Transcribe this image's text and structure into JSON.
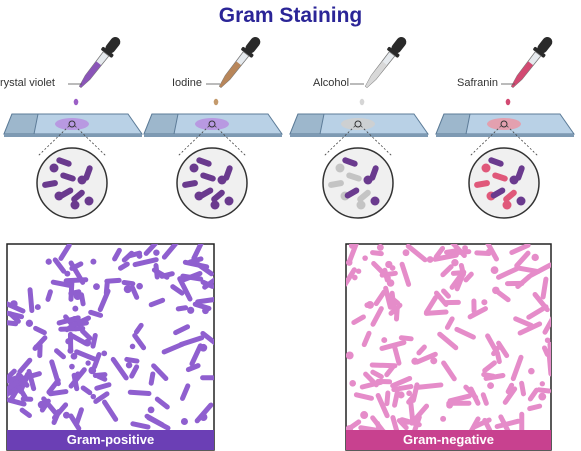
{
  "title": "Gram Staining",
  "steps": [
    {
      "reagent": "Crystal violet",
      "liquid": "#8a55b8",
      "drop": "#9b5fc6",
      "smear": "#b892e0",
      "cells": "#6a3a8e",
      "cells_alt": "#6a3a8e"
    },
    {
      "reagent": "Iodine",
      "liquid": "#b8865a",
      "drop": "#c49a6c",
      "smear": "#b892e0",
      "cells": "#6a3a8e",
      "cells_alt": "#6a3a8e"
    },
    {
      "reagent": "Alcohol",
      "liquid": "#d8d8d8",
      "drop": "#d6d6d6",
      "smear": "#cfcfcf",
      "cells": "#6a3a8e",
      "cells_alt": "#c4c4c4"
    },
    {
      "reagent": "Safranin",
      "liquid": "#d24a72",
      "drop": "#d24a72",
      "smear": "#e89aa8",
      "cells": "#6a3a8e",
      "cells_alt": "#e0587a"
    }
  ],
  "panels": [
    {
      "label": "Gram-positive",
      "color": "#6b3fb5",
      "cell_color": "#8f5fcf"
    },
    {
      "label": "Gram-negative",
      "color": "#c8418f",
      "cell_color": "#e58cc9"
    }
  ]
}
